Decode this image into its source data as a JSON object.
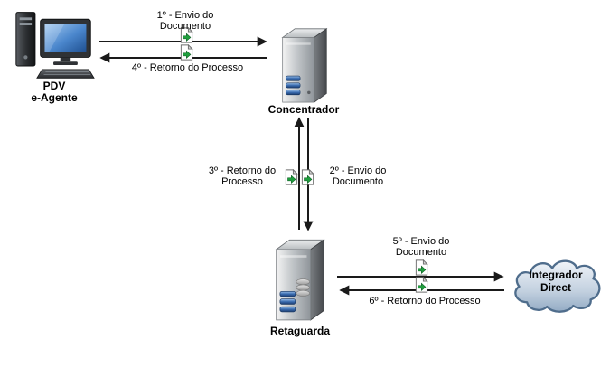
{
  "nodes": {
    "pdv": {
      "label": "PDV\ne-Agente",
      "icon": "desktop-computer-icon"
    },
    "concentrador": {
      "label": "Concentrador",
      "icon": "server-tower-icon"
    },
    "retaguarda": {
      "label": "Retaguarda",
      "icon": "server-tower-icon"
    },
    "integrador": {
      "label": "Integrador\nDirect",
      "icon": "cloud-shape"
    }
  },
  "flows": [
    {
      "step": 1,
      "label": "1º - Envio do\nDocumento",
      "from": "PDV e-Agente",
      "to": "Concentrador",
      "icon": "document-send-icon"
    },
    {
      "step": 2,
      "label": "2º - Envio do\nDocumento",
      "from": "Concentrador",
      "to": "Retaguarda",
      "icon": "document-send-icon"
    },
    {
      "step": 3,
      "label": "3º - Retorno do\nProcesso",
      "from": "Retaguarda",
      "to": "Concentrador",
      "icon": "document-send-icon"
    },
    {
      "step": 4,
      "label": "4º - Retorno do Processo",
      "from": "Concentrador",
      "to": "PDV e-Agente",
      "icon": "document-send-icon"
    },
    {
      "step": 5,
      "label": "5º - Envio do\nDocumento",
      "from": "Retaguarda",
      "to": "Integrador Direct",
      "icon": "document-send-icon"
    },
    {
      "step": 6,
      "label": "6º - Retorno do Processo",
      "from": "Integrador Direct",
      "to": "Retaguarda",
      "icon": "document-send-icon"
    }
  ],
  "colors": {
    "background": "#ffffff",
    "arrow_color": "#1a1a1a",
    "text_color": "#000000",
    "doc_green": "#1f9e3d",
    "screen_blue": "#3f7ec7",
    "server_slot_blue": "#3a6cb0",
    "cloud_fill": "#c2d0df",
    "cloud_stroke": "#4f6d8c"
  }
}
